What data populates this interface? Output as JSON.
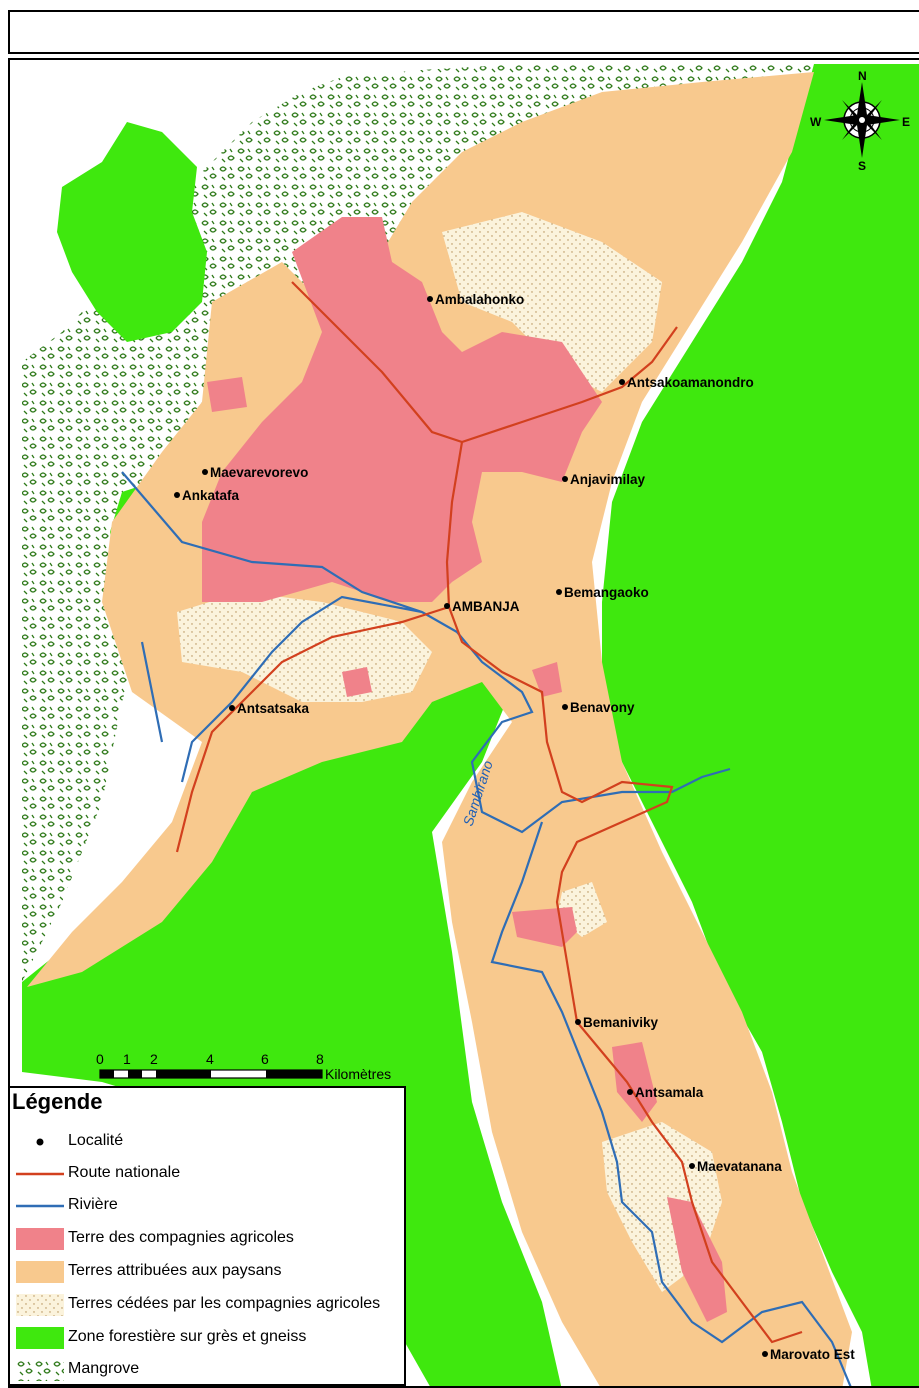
{
  "north_arrow": {
    "n": "N",
    "s": "S",
    "e": "E",
    "w": "W"
  },
  "scale_bar": {
    "ticks": [
      "0",
      "1",
      "2",
      "4",
      "6",
      "8"
    ],
    "unit": "Kilomètres"
  },
  "river_label": "Sambirano",
  "places": [
    {
      "id": "ambalahonko",
      "name": "Ambalahonko"
    },
    {
      "id": "antsakoamanondro",
      "name": "Antsakoamanondro"
    },
    {
      "id": "maevarevorevo",
      "name": "Maevarevorevo"
    },
    {
      "id": "ankatafa",
      "name": "Ankatafa"
    },
    {
      "id": "anjavimilay",
      "name": "Anjavimilay"
    },
    {
      "id": "bemangaoko",
      "name": "Bemangaoko"
    },
    {
      "id": "ambanja",
      "name": "AMBANJA"
    },
    {
      "id": "antsatsaka",
      "name": "Antsatsaka"
    },
    {
      "id": "benavony",
      "name": "Benavony"
    },
    {
      "id": "bemaniviky",
      "name": "Bemaniviky"
    },
    {
      "id": "antsamala",
      "name": "Antsamala"
    },
    {
      "id": "maevatanana",
      "name": "Maevatanana"
    },
    {
      "id": "marovato-est",
      "name": "Marovato Est"
    }
  ],
  "legend": {
    "title": "Légende",
    "items": [
      {
        "label": "Localité",
        "symbol": "point",
        "color": "#000000"
      },
      {
        "label": "Route nationale",
        "symbol": "line",
        "color": "#d2401e"
      },
      {
        "label": "Rivière",
        "symbol": "line",
        "color": "#2f6db5"
      },
      {
        "label": "Terre des compagnies agricoles",
        "symbol": "fill",
        "color": "#f0828a"
      },
      {
        "label": "Terres attribuées aux paysans",
        "symbol": "fill",
        "color": "#f8c98e"
      },
      {
        "label": "Terres cédées par les compagnies agricoles",
        "symbol": "dots",
        "color": "#fbf3dc"
      },
      {
        "label": "Zone forestière sur grès et gneiss",
        "symbol": "fill",
        "color": "#3fe80e"
      },
      {
        "label": "Mangrove",
        "symbol": "mangrove",
        "color": "#2f7a1a"
      }
    ]
  },
  "colors": {
    "company_land": "#f0828a",
    "peasant_land": "#f8c98e",
    "ceded_land": "#fbf3dc",
    "forest": "#3fe80e",
    "mangrove": "#2f7a1a",
    "road": "#d2401e",
    "river": "#2f6db5"
  }
}
